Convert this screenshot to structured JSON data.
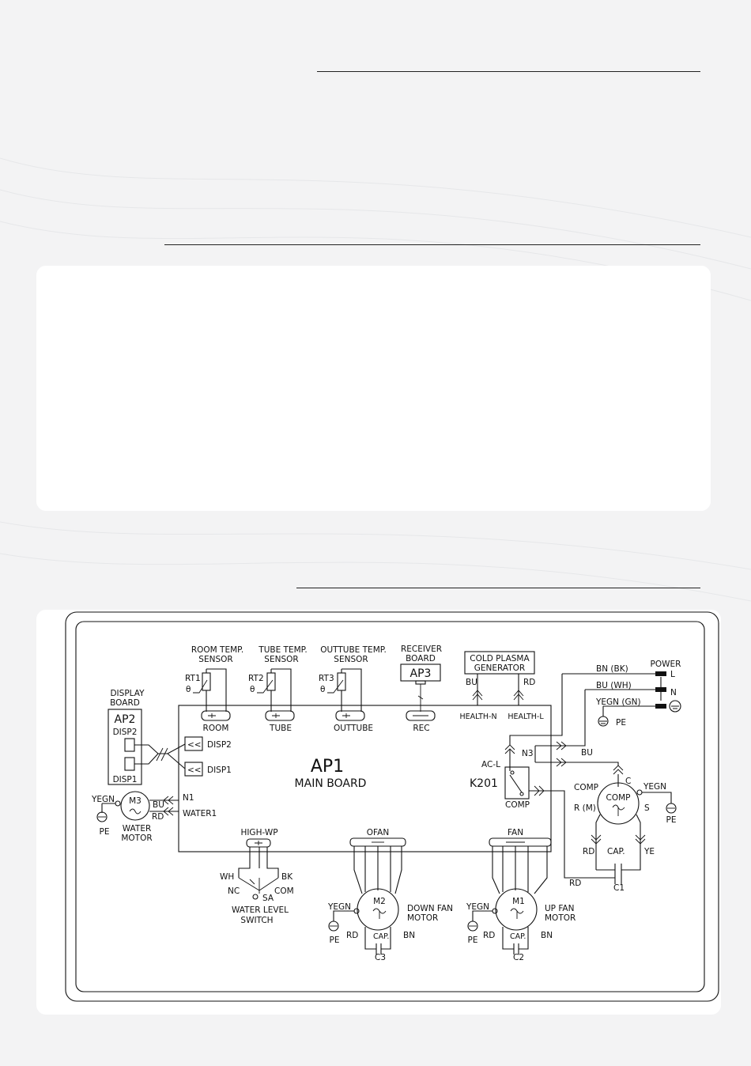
{
  "diagram": {
    "main_board": {
      "id": "AP1",
      "label": "MAIN BOARD"
    },
    "sensors": [
      {
        "title_1": "ROOM TEMP.",
        "title_2": "SENSOR",
        "id": "RT1",
        "port": "ROOM"
      },
      {
        "title_1": "TUBE TEMP.",
        "title_2": "SENSOR",
        "id": "RT2",
        "port": "TUBE"
      },
      {
        "title_1": "OUTTUBE TEMP.",
        "title_2": "SENSOR",
        "id": "RT3",
        "port": "OUTTUBE"
      }
    ],
    "receiver": {
      "title_1": "RECEIVER",
      "title_2": "BOARD",
      "id": "AP3",
      "port": "REC"
    },
    "plasma": {
      "title_1": "COLD PLASMA",
      "title_2": "GENERATOR",
      "wire_left": "BU",
      "wire_right": "RD",
      "port_left": "HEALTH-N",
      "port_right": "HEALTH-L"
    },
    "display": {
      "title_1": "DISPLAY",
      "title_2": "BOARD",
      "id": "AP2",
      "disp_top": "DISP2",
      "disp_bottom": "DISP1",
      "port_top": "DISP2",
      "port_bottom": "DISP1"
    },
    "water_motor": {
      "id": "M3",
      "earth_wire": "YEGN",
      "earth": "PE",
      "wire_1": "BU",
      "wire_2": "RD",
      "port_1": "N1",
      "port_2": "WATER1",
      "title_1": "WATER",
      "title_2": "MOTOR"
    },
    "water_switch": {
      "port": "HIGH-WP",
      "wire_l": "WH",
      "wire_r": "BK",
      "nc": "NC",
      "com": "COM",
      "sa": "SA",
      "title_1": "WATER LEVEL",
      "title_2": "SWITCH"
    },
    "down_fan": {
      "port": "OFAN",
      "id": "M2",
      "earth_wire": "YEGN",
      "earth": "PE",
      "rd": "RD",
      "bn": "BN",
      "cap": "CAP.",
      "cap_id": "C3",
      "title_1": "DOWN FAN",
      "title_2": "MOTOR"
    },
    "up_fan": {
      "port": "FAN",
      "id": "M1",
      "earth_wire": "YEGN",
      "earth": "PE",
      "rd": "RD",
      "bn": "BN",
      "cap": "CAP.",
      "cap_id": "C2",
      "title_1": "UP FAN",
      "title_2": "MOTOR"
    },
    "relay": {
      "id": "K201",
      "acl": "AC-L",
      "comp": "COMP",
      "n3": "N3"
    },
    "power": {
      "title": "POWER",
      "l": "L",
      "n": "N",
      "wire_l": "BN (BK)",
      "wire_n": "BU (WH)",
      "wire_pe": "YEGN (GN)",
      "pe": "PE",
      "bu": "BU"
    },
    "compressor": {
      "label": "COMP",
      "c": "C",
      "r": "R (M)",
      "s": "S",
      "left_label": "COMP",
      "earth_wire": "YEGN",
      "earth": "PE",
      "rd": "RD",
      "ye": "YE",
      "cap": "CAP.",
      "cap_id": "C1",
      "rd2": "RD"
    }
  }
}
